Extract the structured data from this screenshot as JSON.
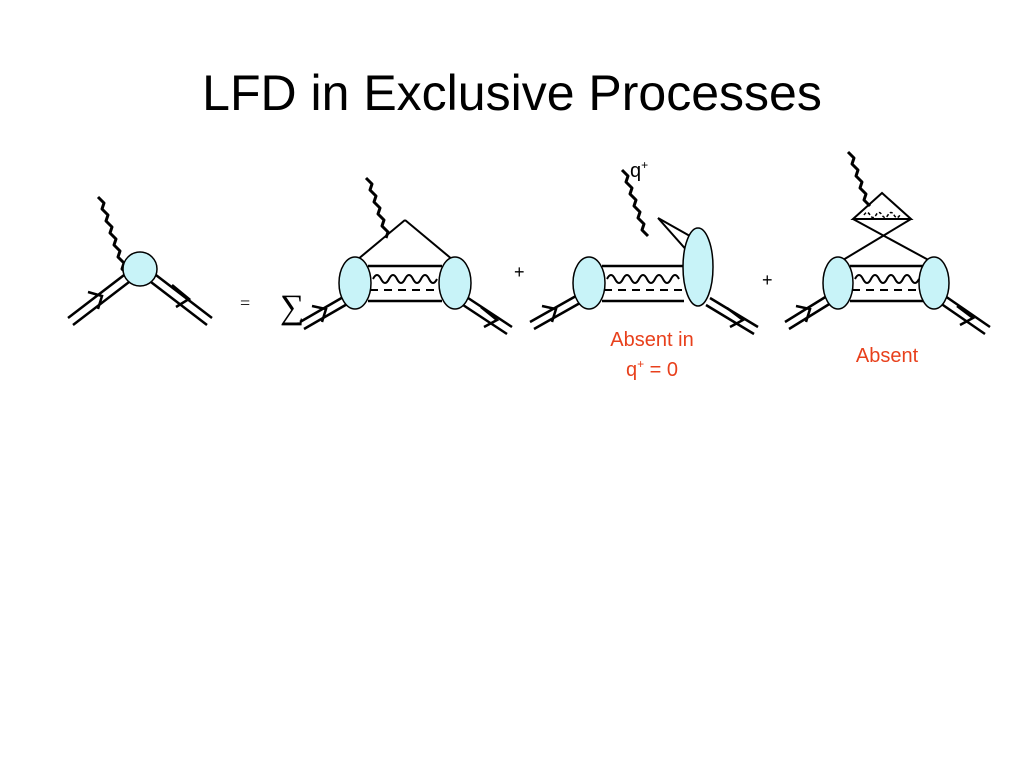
{
  "slide": {
    "title": "LFD in Exclusive Processes"
  },
  "diagram": {
    "equals_sign": "=",
    "sum_symbol": "∑",
    "plus_sign_1": "+",
    "plus_sign_2": "+",
    "photon_label": "q",
    "photon_label_sup": "+",
    "annotation_third_line1": "Absent in",
    "annotation_third_line2_base": "q",
    "annotation_third_line2_sup": "+",
    "annotation_third_line2_rest": " = 0",
    "annotation_fourth": "Absent",
    "annotation_color": "#e8401c",
    "blob_fill": "#c8f3f8"
  }
}
